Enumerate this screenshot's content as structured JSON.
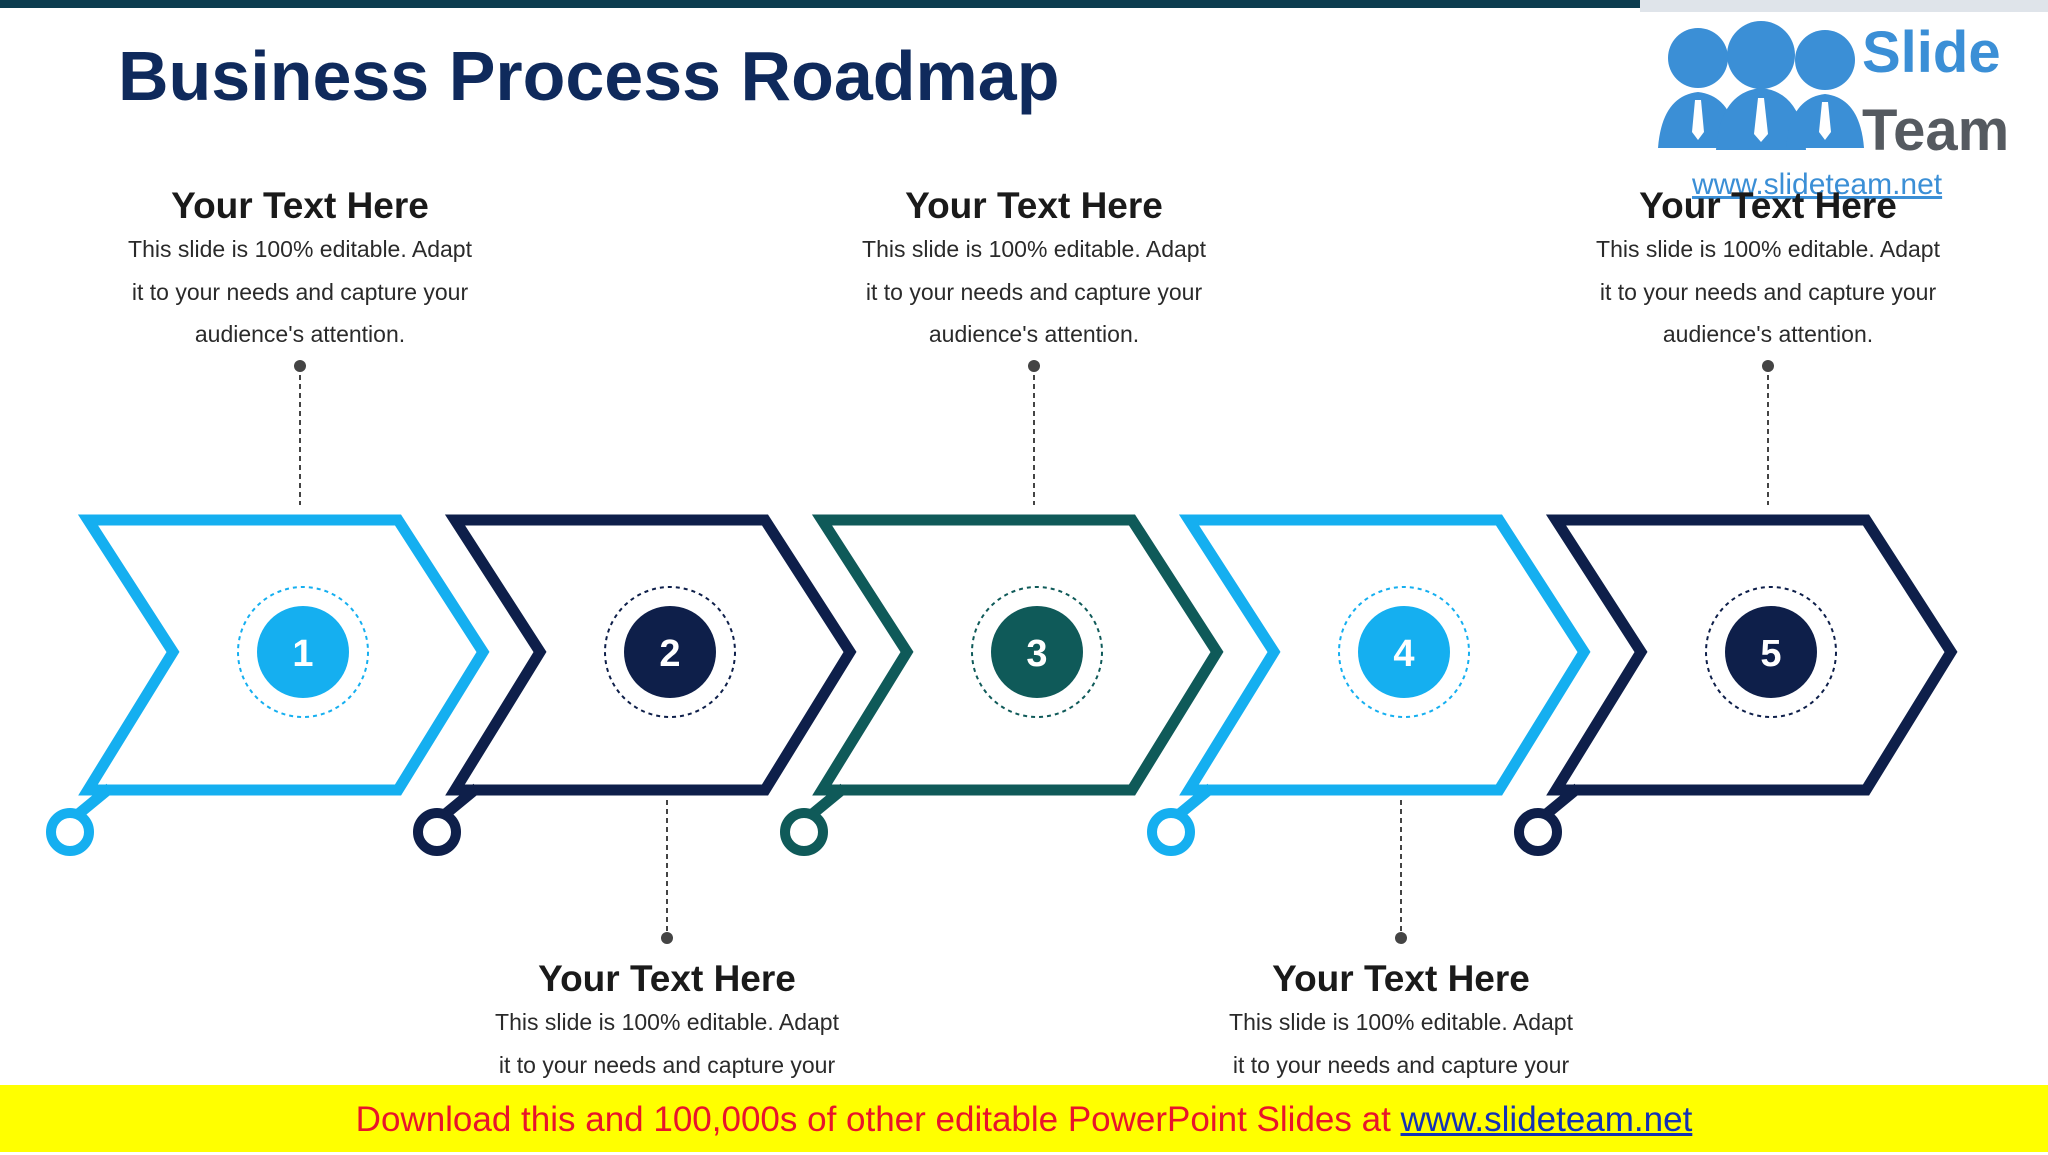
{
  "title": "Business Process Roadmap",
  "logo": {
    "line1": "Slide",
    "line2": "Team",
    "url": "www.slideteam.net"
  },
  "steps": [
    {
      "number": "1",
      "heading": "Your Text Here",
      "description": "This slide is 100% editable. Adapt\nit to your needs and capture your\naudience's attention.",
      "position": "top",
      "color": "#15aff0"
    },
    {
      "number": "2",
      "heading": "Your Text Here",
      "description": "This slide is 100% editable. Adapt\nit to your needs and capture your",
      "position": "bottom",
      "color": "#0e1f4a"
    },
    {
      "number": "3",
      "heading": "Your Text Here",
      "description": "This slide is 100% editable. Adapt\nit to your needs and capture your\naudience's attention.",
      "position": "top",
      "color": "#0f5a59"
    },
    {
      "number": "4",
      "heading": "Your Text Here",
      "description": "This slide is 100% editable. Adapt\nit to your needs and capture your",
      "position": "bottom",
      "color": "#15aff0"
    },
    {
      "number": "5",
      "heading": "Your Text Here",
      "description": "This slide is 100% editable. Adapt\nit to your needs and capture your\naudience's attention.",
      "position": "top",
      "color": "#0e1f4a"
    }
  ],
  "banner": {
    "text": "Download this and 100,000s of other editable PowerPoint Slides at ",
    "link": "www.slideteam.net"
  }
}
